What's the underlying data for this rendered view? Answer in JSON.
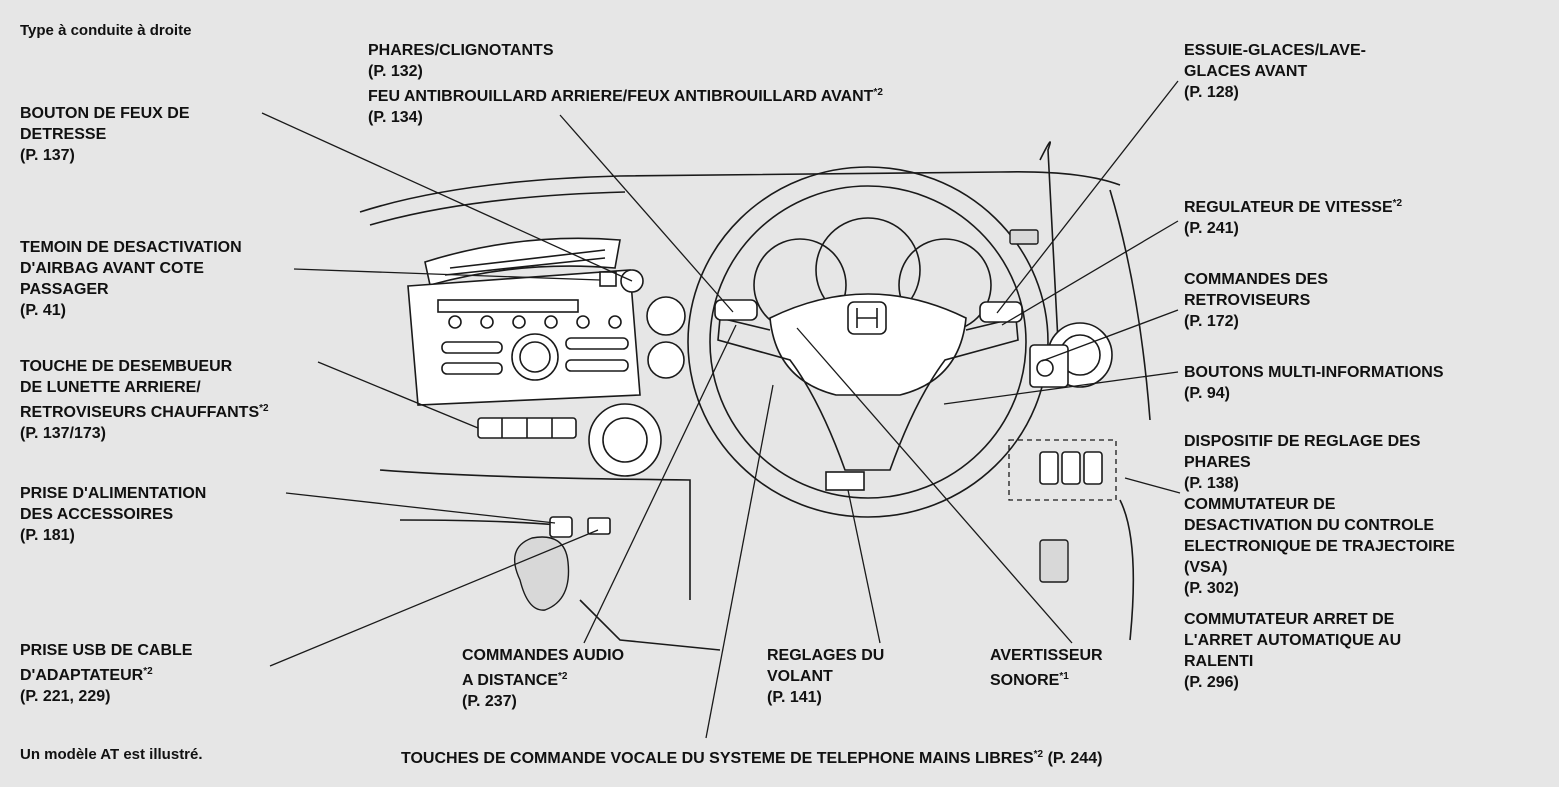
{
  "header": {
    "drive_type": "Type à conduite à droite"
  },
  "footer": {
    "note": "Un modèle AT est illustré."
  },
  "labels": {
    "hazard": {
      "text": "BOUTON DE FEUX DE\nDETRESSE\n(P. 137)"
    },
    "airbag": {
      "text": "TEMOIN DE DESACTIVATION\nD'AIRBAG AVANT COTE\nPASSAGER\n(P. 41)"
    },
    "defogger": {
      "text": "TOUCHE DE DESEMBUEUR\nDE LUNETTE ARRIERE/\nRETROVISEURS CHAUFFANTS",
      "star": "*2",
      "page": "(P. 137/173)"
    },
    "power_socket": {
      "text": "PRISE D'ALIMENTATION\nDES ACCESSOIRES\n(P. 181)"
    },
    "usb": {
      "line1": "PRISE USB DE CABLE",
      "line2": "D'ADAPTATEUR",
      "star": "*2",
      "page": "(P. 221, 229)"
    },
    "headlights": {
      "line1": "PHARES/CLIGNOTANTS",
      "line2": "(P. 132)",
      "line3": "FEU ANTIBROUILLARD ARRIERE/FEUX ANTIBROUILLARD AVANT",
      "star": "*2",
      "page": "(P. 134)"
    },
    "audio": {
      "line1": "COMMANDES AUDIO",
      "line2": "A DISTANCE",
      "star": "*2",
      "page": "(P. 237)"
    },
    "steering": {
      "text": "REGLAGES DU\nVOLANT\n(P. 141)"
    },
    "horn": {
      "line1": "AVERTISSEUR",
      "line2": "SONORE",
      "star": "*1"
    },
    "voice": {
      "text": "TOUCHES DE COMMANDE VOCALE DU SYSTEME DE TELEPHONE MAINS LIBRES",
      "star": "*2",
      "page": "(P. 244)"
    },
    "wipers": {
      "text": "ESSUIE-GLACES/LAVE-\nGLACES AVANT\n(P. 128)"
    },
    "cruise": {
      "line1": "REGULATEUR DE VITESSE",
      "star": "*2",
      "page": "(P. 241)"
    },
    "mirrors": {
      "text": "COMMANDES DES\nRETROVISEURS\n(P. 172)"
    },
    "multi_info": {
      "text": "BOUTONS MULTI-INFORMATIONS\n(P. 94)"
    },
    "headlight_adjust": {
      "text": "DISPOSITIF DE REGLAGE DES\nPHARES\n(P. 138)"
    },
    "vsa": {
      "text": "COMMUTATEUR DE\nDESACTIVATION DU CONTROLE\nELECTRONIQUE DE TRAJECTOIRE\n(VSA)\n(P. 302)"
    },
    "idle_stop": {
      "text": "COMMUTATEUR ARRET DE\nL'ARRET AUTOMATIQUE AU\nRALENTI\n(P. 296)"
    }
  },
  "icons": {
    "brand_logo": "honda-h-logo"
  }
}
